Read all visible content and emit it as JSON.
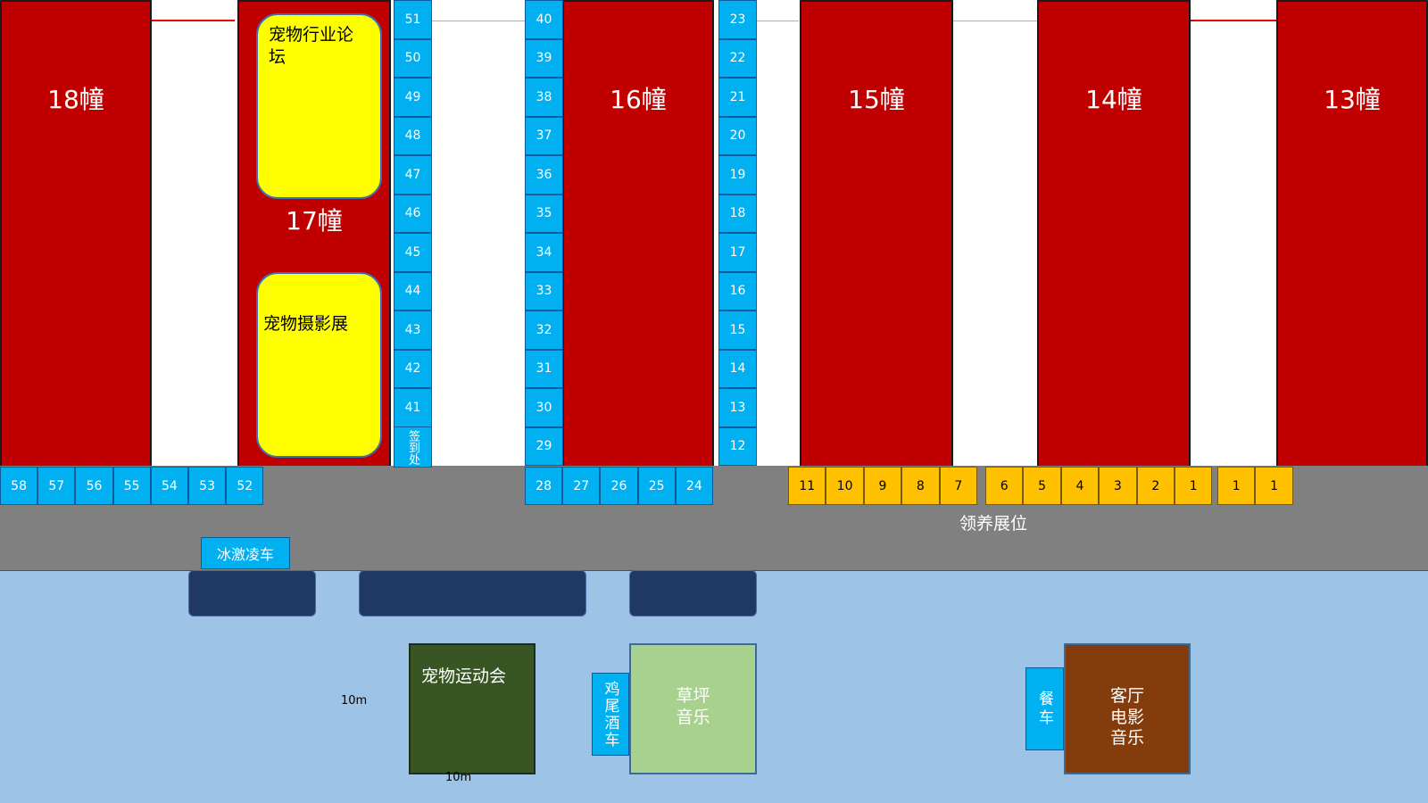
{
  "colors": {
    "building": "#c00000",
    "hall": "#ffff00",
    "stall": "#00b0f0",
    "adoption_stall": "#ffc000",
    "road": "#808080",
    "lawn": "#9dc3e6",
    "bench": "#203864",
    "sports": "#375623",
    "grass_music": "#a9d18e",
    "cinema": "#843c0c"
  },
  "buildings": {
    "b18": "18幢",
    "b17": "17幢",
    "b16": "16幢",
    "b15": "15幢",
    "b14": "14幢",
    "b13": "13幢"
  },
  "halls": {
    "forum": "宠物行业论坛",
    "photo": "宠物摄影展"
  },
  "stalls": {
    "col_a": [
      "51",
      "50",
      "49",
      "48",
      "47",
      "46",
      "45",
      "44",
      "43",
      "42",
      "41"
    ],
    "signin": "签到处",
    "col_b": [
      "40",
      "39",
      "38",
      "37",
      "36",
      "35",
      "34",
      "33",
      "32",
      "31",
      "30",
      "29"
    ],
    "col_c": [
      "23",
      "22",
      "21",
      "20",
      "19",
      "18",
      "17",
      "16",
      "15",
      "14",
      "13",
      "12"
    ],
    "row_left": [
      "58",
      "57",
      "56",
      "55",
      "54",
      "53",
      "52"
    ],
    "row_mid": [
      "28",
      "27",
      "26",
      "25",
      "24"
    ],
    "row_adopt_1": [
      "11",
      "10",
      "9",
      "8",
      "7"
    ],
    "row_adopt_2": [
      "6",
      "5",
      "4",
      "3",
      "2",
      "1"
    ],
    "row_adopt_3": [
      "1",
      "1"
    ]
  },
  "labels": {
    "adoption": "领养展位",
    "ice_cream": "冰激凌车",
    "sports": "宠物运动会",
    "cocktail": "鸡尾酒车",
    "grass_music": "草坪\n音乐",
    "food_truck": "餐车",
    "cinema": "客厅\n电影\n音乐",
    "dim_v": "10m",
    "dim_h": "10m"
  }
}
